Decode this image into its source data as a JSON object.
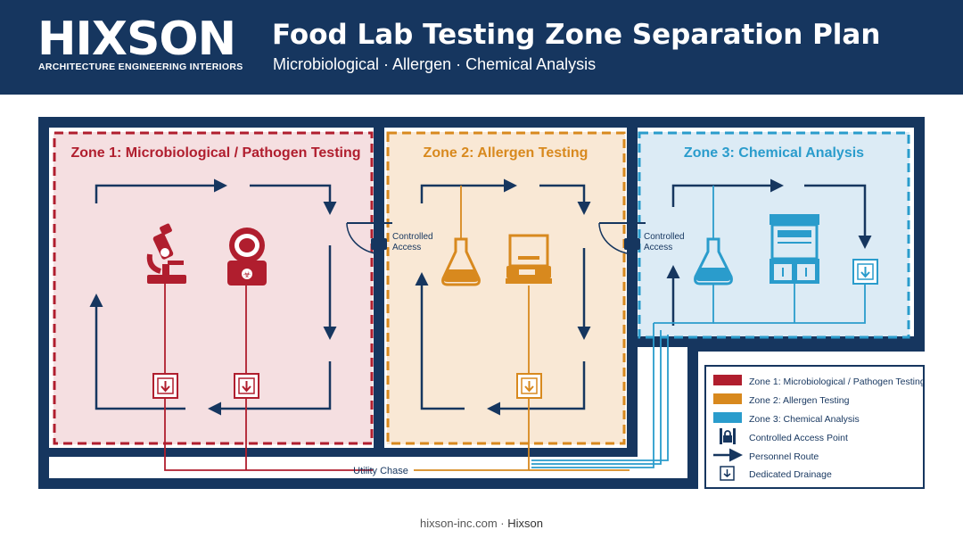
{
  "header": {
    "logo": "HIXSON",
    "logo_tagline": "ARCHITECTURE ENGINEERING INTERIORS",
    "title": "Food Lab Testing Zone Separation Plan",
    "subtitle": "Microbiological · Allergen · Chemical Analysis"
  },
  "zones": [
    {
      "label": "Zone 1: Microbiological / Pathogen Testing",
      "color": "#b01e2e",
      "fill": "#f5dfe1"
    },
    {
      "label": "Zone 2: Allergen Testing",
      "color": "#d8891e",
      "fill": "#f9e8d5"
    },
    {
      "label": "Zone 3: Chemical Analysis",
      "color": "#2a9ccc",
      "fill": "#dcebf5"
    }
  ],
  "access_points": [
    {
      "line1": "Controlled",
      "line2": "Access"
    },
    {
      "line1": "Controlled",
      "line2": "Access"
    }
  ],
  "utility_chase": "Utility Chase",
  "legend": {
    "items": [
      "Zone 1: Microbiological / Pathogen Testing",
      "Zone 2: Allergen Testing",
      "Zone 3: Chemical Analysis",
      "Controlled Access Point",
      "Personnel Route",
      "Dedicated Drainage"
    ]
  },
  "colors": {
    "navy": "#16365f",
    "red": "#b01e2e",
    "orange": "#d8891e",
    "blue": "#2a9ccc"
  },
  "footer": {
    "site": "hixson-inc.com",
    "sep": " · ",
    "brand": "Hixson"
  }
}
